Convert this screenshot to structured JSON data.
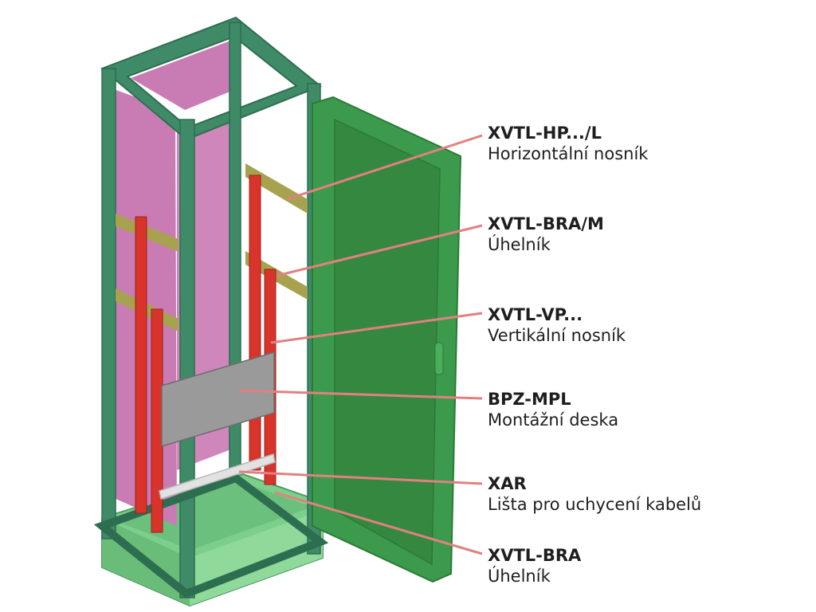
{
  "callouts": [
    {
      "code": "XVTL-HP.../L",
      "name": "Horizontální nosník"
    },
    {
      "code": "XVTL-BRA/M",
      "name": "Úhelník"
    },
    {
      "code": "XVTL-VP...",
      "name": "Vertikální nosník"
    },
    {
      "code": "BPZ-MPL",
      "name": "Montážní deska"
    },
    {
      "code": "XAR",
      "name": "Lišta pro uchycení kabelů"
    },
    {
      "code": "XVTL-BRA",
      "name": "Úhelník"
    }
  ],
  "colors": {
    "frame": "#3f8a67",
    "frame_dark": "#2d6e50",
    "back_panel": "#c97bb3",
    "door": "#3c9a4c",
    "base": "#7ccf8a",
    "red_rail": "#d8342b",
    "olive_rail": "#a7a24f",
    "mount_plate": "#9a9a9a",
    "cable_bar": "#e2e2e2",
    "leader": "#e28080"
  }
}
